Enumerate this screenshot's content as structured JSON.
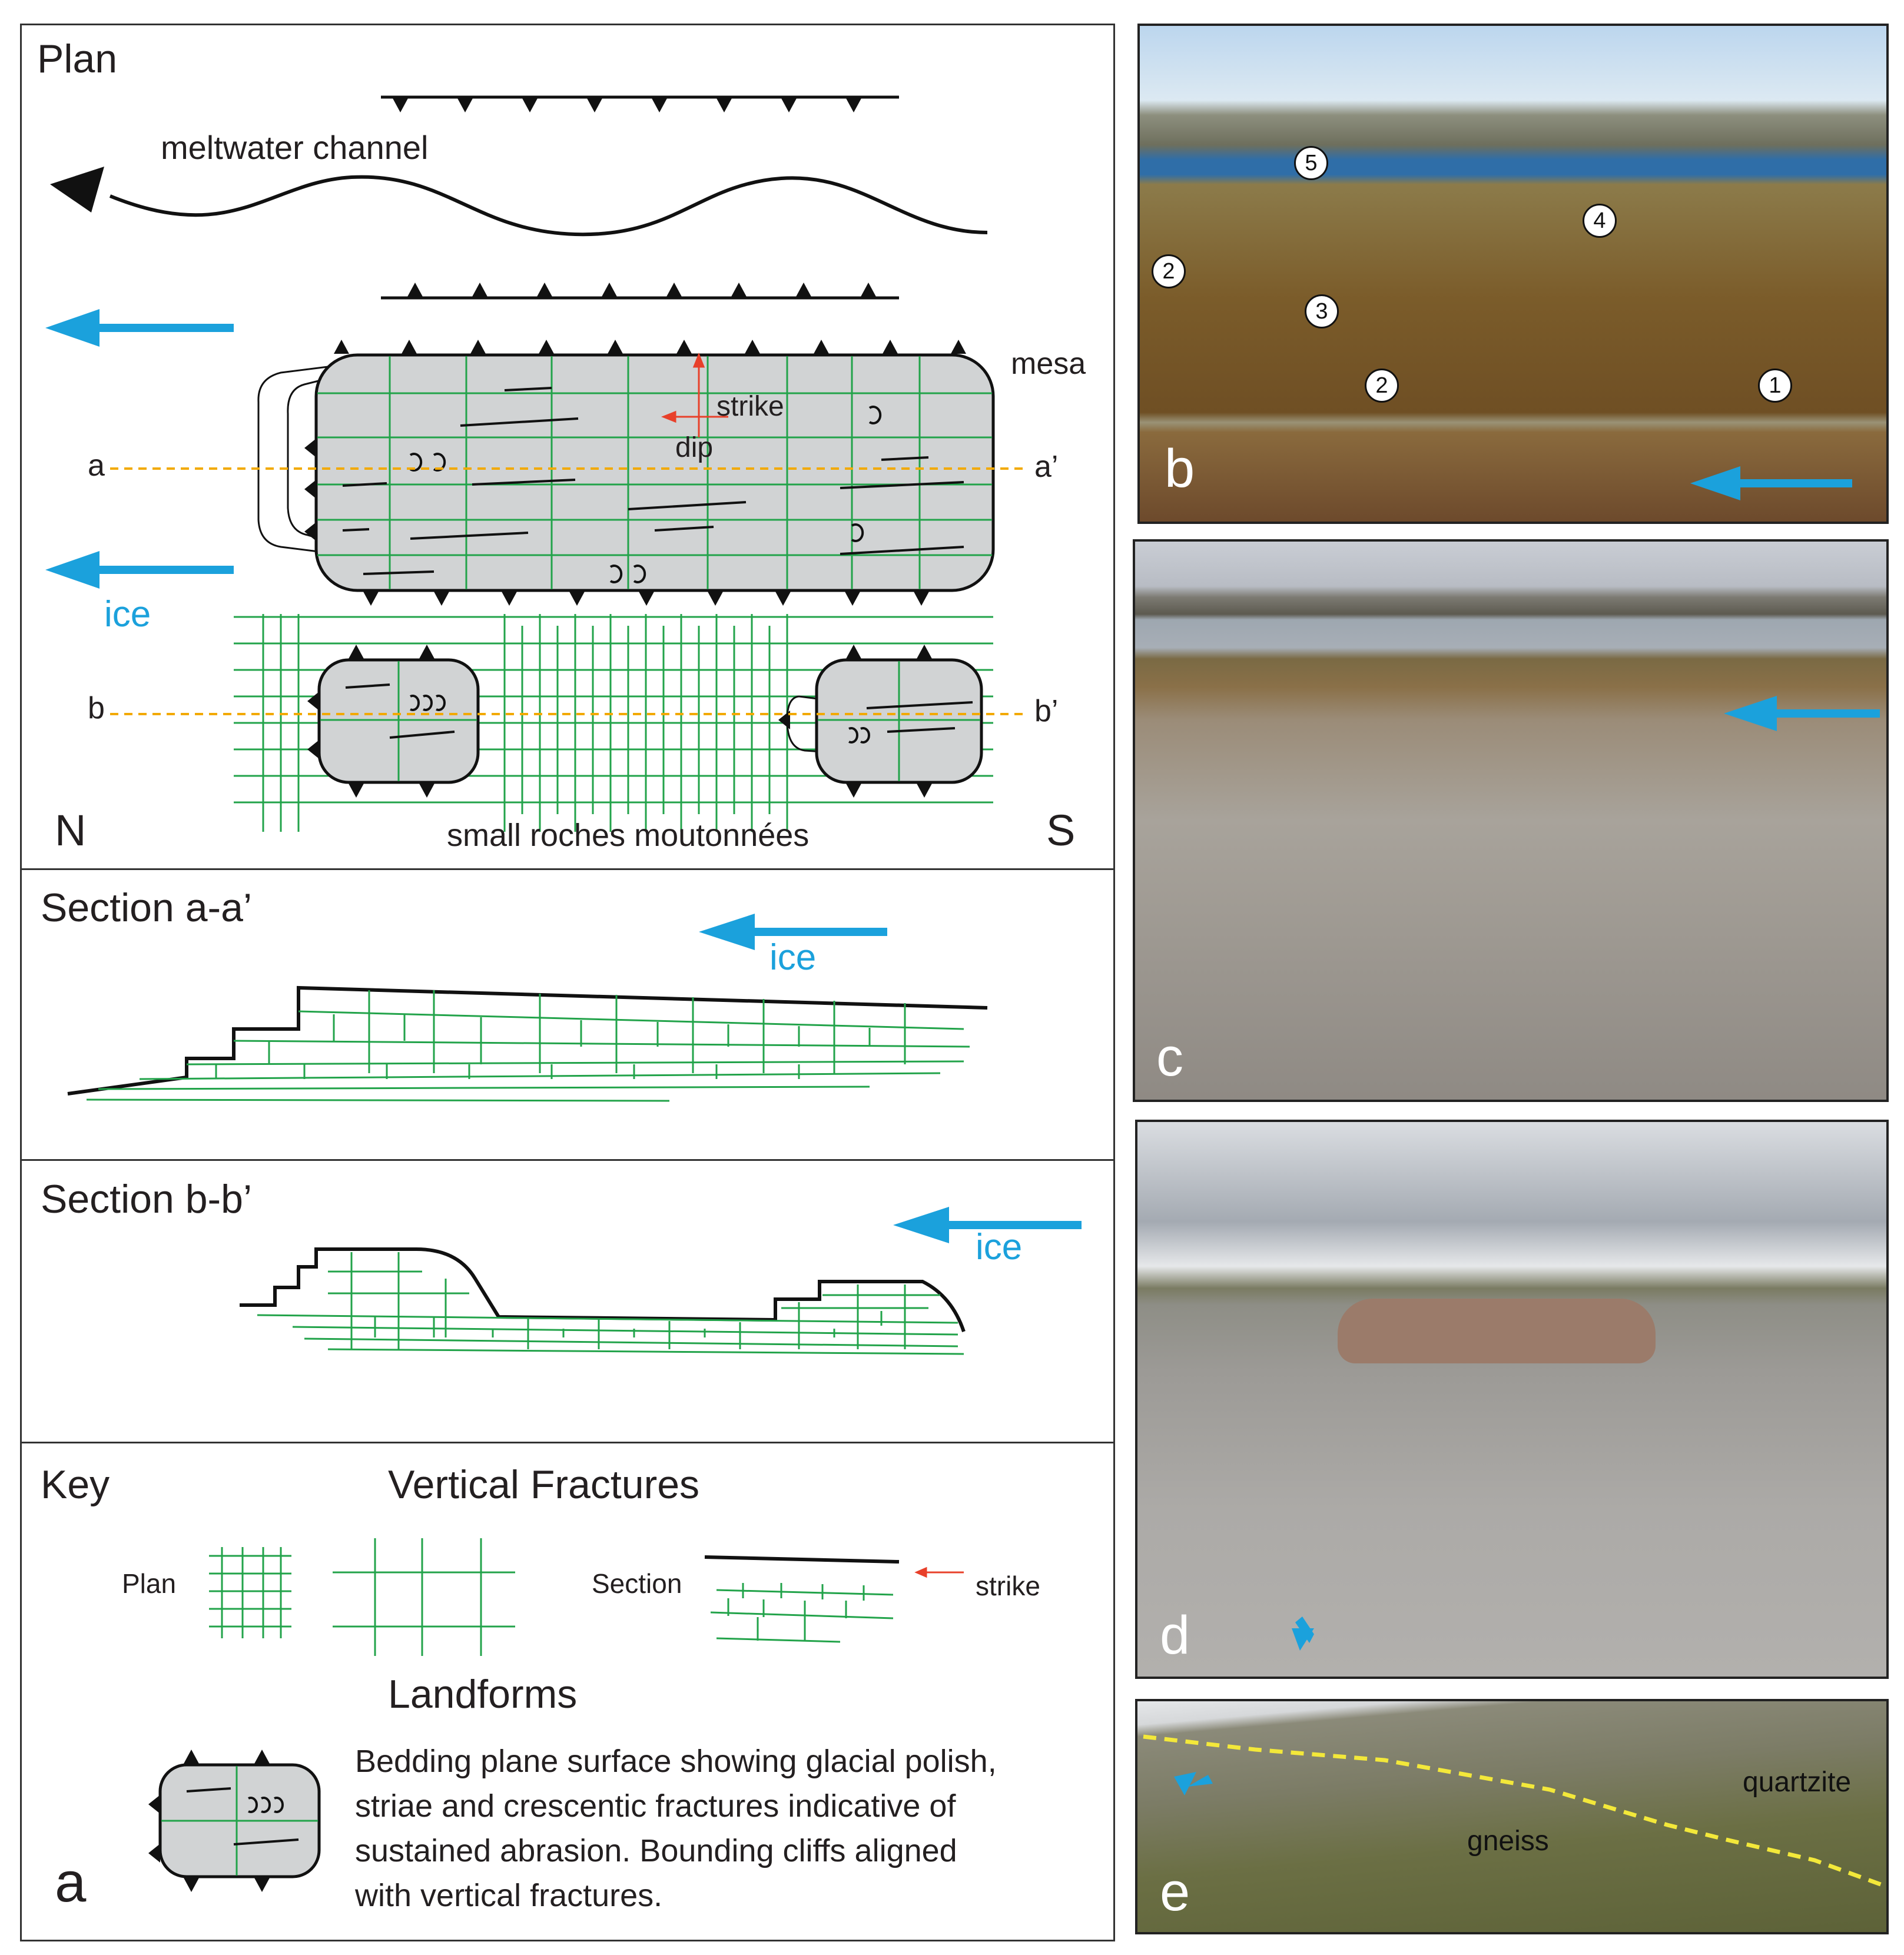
{
  "plan": {
    "title": "Plan",
    "meltwater": "meltwater channel",
    "mesa": "mesa",
    "strike": "strike",
    "dip": "dip",
    "ice": "ice",
    "a": "a",
    "a_prime": "a’",
    "b": "b",
    "b_prime": "b’",
    "north": "N",
    "south": "S",
    "small_rm": "small roches moutonnées"
  },
  "section_a": {
    "title": "Section a-a’",
    "ice": "ice"
  },
  "section_b": {
    "title": "Section b-b’",
    "ice": "ice"
  },
  "key": {
    "title": "Key",
    "vertical_fractures": "Vertical Fractures",
    "plan": "Plan",
    "section": "Section",
    "strike": "strike",
    "landforms": "Landforms",
    "description": [
      "Bedding plane surface showing glacial polish,",
      "striae and crescentic fractures indicative of",
      "sustained abrasion. Bounding cliffs aligned",
      "with vertical fractures."
    ],
    "panel_label": "a"
  },
  "photos": {
    "b": {
      "label": "b",
      "markers": [
        "5",
        "4",
        "2",
        "3",
        "2",
        "1"
      ]
    },
    "c": {
      "label": "c"
    },
    "d": {
      "label": "d"
    },
    "e": {
      "label": "e",
      "quartzite": "quartzite",
      "gneiss": "gneiss"
    }
  },
  "colors": {
    "ice_arrow": "#1ba1dc",
    "fracture": "#22a34a",
    "dashed": "#f2a900",
    "strike_arrow": "#e8402a",
    "rock": "#d1d3d4"
  }
}
